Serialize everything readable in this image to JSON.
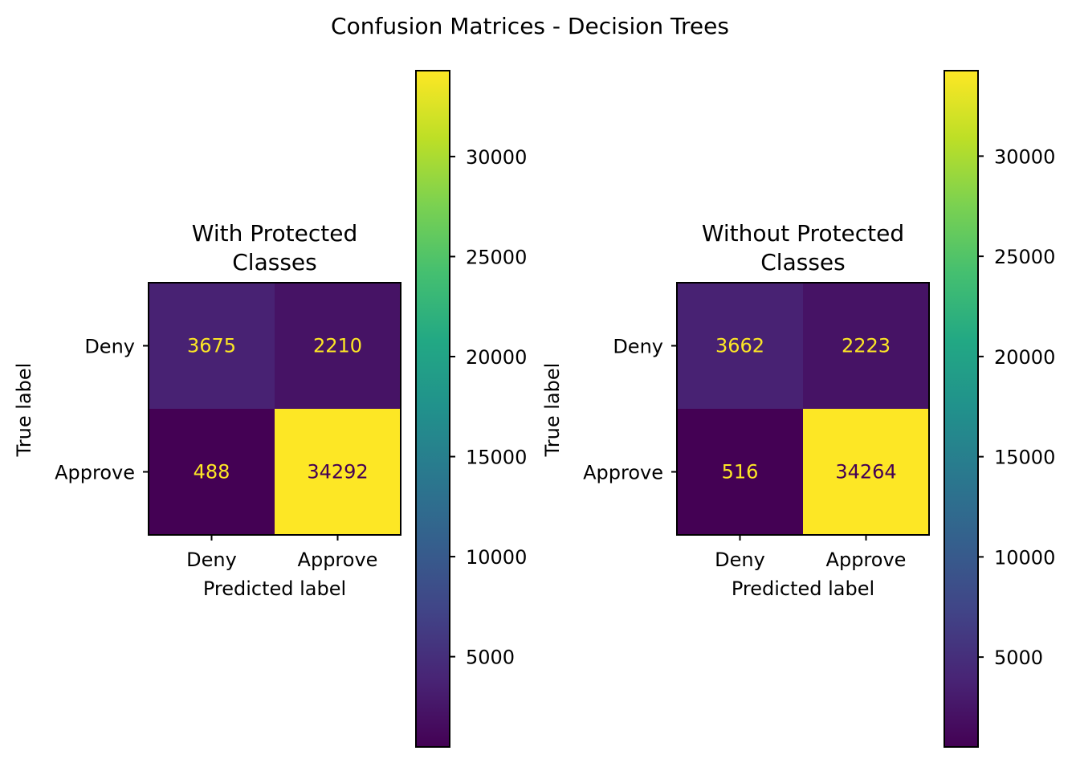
{
  "chart_data": {
    "type": "heatmap",
    "title": "Confusion Matrices - Decision Trees",
    "colormap": "viridis",
    "panels": [
      {
        "title_lines": [
          "With Protected",
          "Classes"
        ],
        "xlabel": "Predicted label",
        "ylabel": "True label",
        "x_categories": [
          "Deny",
          "Approve"
        ],
        "y_categories": [
          "Deny",
          "Approve"
        ],
        "values": [
          [
            3675,
            2210
          ],
          [
            488,
            34292
          ]
        ],
        "colorbar": {
          "range": [
            488,
            34292
          ],
          "ticks": [
            5000,
            10000,
            15000,
            20000,
            25000,
            30000
          ]
        }
      },
      {
        "title_lines": [
          "Without Protected",
          "Classes"
        ],
        "xlabel": "Predicted label",
        "ylabel": "True label",
        "x_categories": [
          "Deny",
          "Approve"
        ],
        "y_categories": [
          "Deny",
          "Approve"
        ],
        "values": [
          [
            3662,
            2223
          ],
          [
            516,
            34264
          ]
        ],
        "colorbar": {
          "range": [
            516,
            34264
          ],
          "ticks": [
            5000,
            10000,
            15000,
            20000,
            25000,
            30000
          ]
        }
      }
    ]
  }
}
